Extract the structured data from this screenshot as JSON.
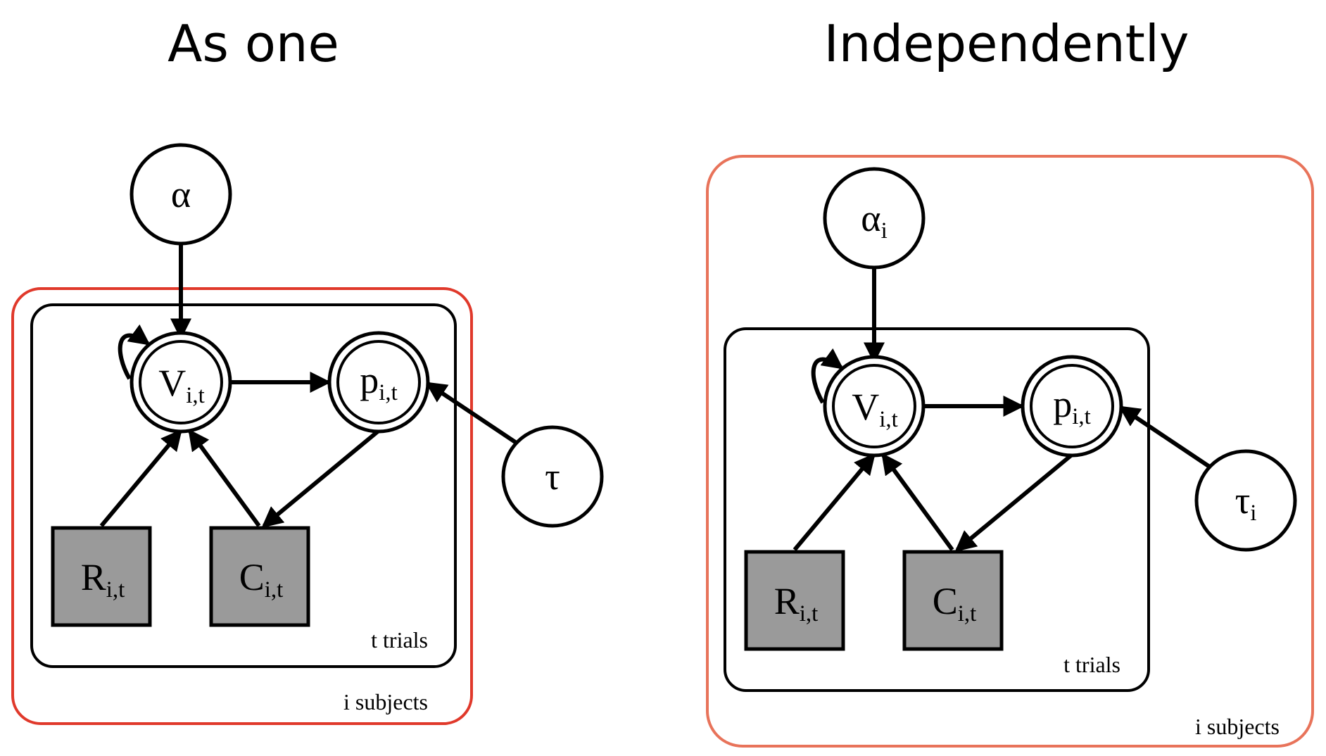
{
  "panels": [
    {
      "title": "As one",
      "outer_plate_label": "i subjects",
      "inner_plate_label": "t trials",
      "outer_plate_color": "#e0392b",
      "nodes": {
        "alpha": {
          "main": "α",
          "sub": ""
        },
        "V": {
          "main": "V",
          "sub": "i,t"
        },
        "p": {
          "main": "p",
          "sub": "i,t"
        },
        "tau": {
          "main": "τ",
          "sub": ""
        },
        "R": {
          "main": "R",
          "sub": "i,t"
        },
        "C": {
          "main": "C",
          "sub": "i,t"
        }
      }
    },
    {
      "title": "Independently",
      "outer_plate_label": "i subjects",
      "inner_plate_label": "t trials",
      "outer_plate_color": "#e8735a",
      "nodes": {
        "alpha": {
          "main": "α",
          "sub": "i"
        },
        "V": {
          "main": "V",
          "sub": "i,t"
        },
        "p": {
          "main": "p",
          "sub": "i,t"
        },
        "tau": {
          "main": "τ",
          "sub": "i"
        },
        "R": {
          "main": "R",
          "sub": "i,t"
        },
        "C": {
          "main": "C",
          "sub": "i,t"
        }
      }
    }
  ],
  "colors": {
    "observed_fill": "#9a9a9a",
    "stroke": "#000000"
  }
}
